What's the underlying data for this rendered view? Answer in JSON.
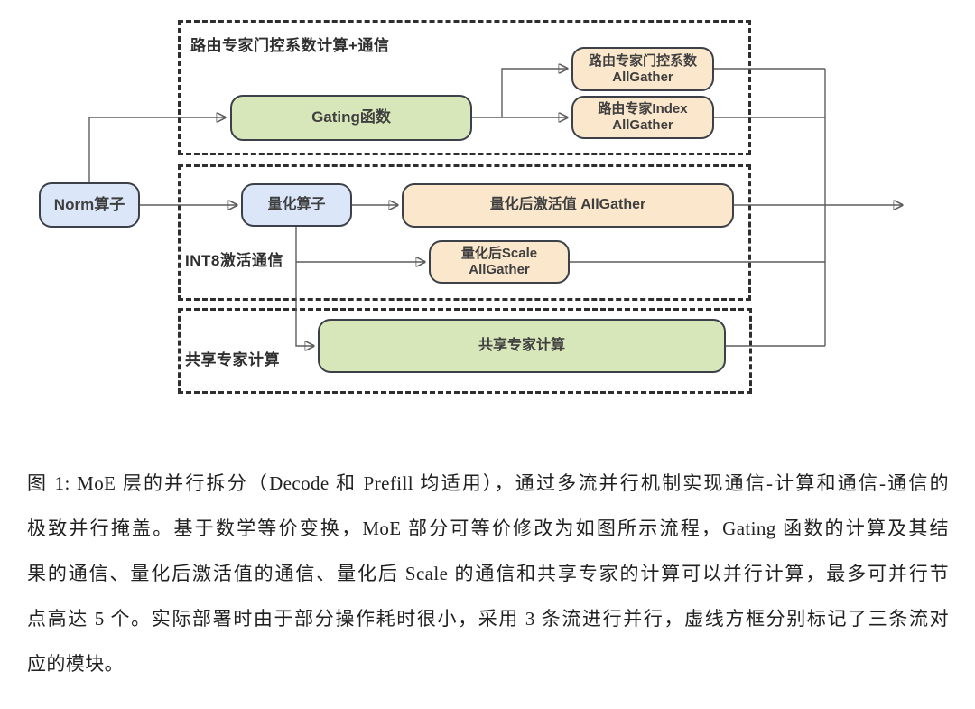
{
  "figure": {
    "groups": [
      {
        "label": "路由专家门控系数计算+通信"
      },
      {
        "label": "INT8激活通信"
      },
      {
        "label": "共享专家计算"
      }
    ],
    "nodes": {
      "norm": {
        "label": "Norm算子"
      },
      "gating": {
        "label": "Gating函数"
      },
      "quant": {
        "label": "量化算子"
      },
      "ag_gate": {
        "line1": "路由专家门控系数",
        "line2": "AllGather"
      },
      "ag_index": {
        "line1": "路由专家Index",
        "line2": "AllGather"
      },
      "ag_act": {
        "label": "量化后激活值 AllGather"
      },
      "ag_scale": {
        "line1": "量化后Scale",
        "line2": "AllGather"
      },
      "shared": {
        "label": "共享专家计算"
      }
    },
    "colors": {
      "compute_blue_fill": "#dbe6f9",
      "compute_green_fill": "#d8e7ba",
      "comm_orange_fill": "#fbe8cc",
      "node_border": "#3c4049",
      "dashed_border": "#2e2e2e",
      "wire": "#5d5d5d"
    }
  },
  "caption": {
    "lines": [
      "图 1: MoE 层的并行拆分（Decode 和 Prefill 均适用），通过多流并行机制实现通信-计算和通信-通信的",
      "极致并行掩盖。基于数学等价变换，MoE 部分可等价修改为如图所示流程，Gating 函数的计算及其结",
      "果的通信、量化后激活值的通信、量化后 Scale 的通信和共享专家的计算可以并行计算，最多可并行节",
      "点高达 5 个。实际部署时由于部分操作耗时很小，采用 3 条流进行并行，虚线方框分别标记了三条流对",
      "应的模块。"
    ]
  }
}
